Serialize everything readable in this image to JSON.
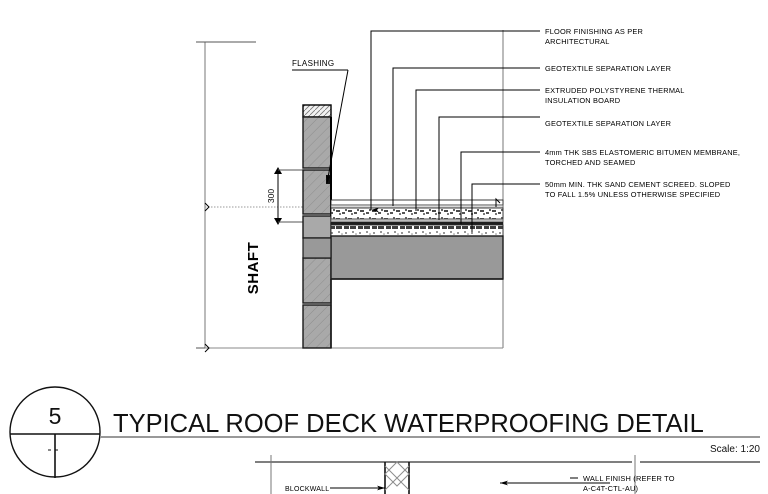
{
  "drawing": {
    "title": "TYPICAL ROOF DECK WATERPROOFING DETAIL",
    "detail_number": "5",
    "scale": "Scale: 1:20"
  },
  "callouts": [
    {
      "id": "floor-finishing",
      "line1": "FLOOR FINISHING AS PER",
      "line2": "ARCHITECTURAL"
    },
    {
      "id": "geotextile-upper",
      "line1": "GEOTEXTILE SEPARATION LAYER",
      "line2": ""
    },
    {
      "id": "xps-insulation",
      "line1": "EXTRUDED POLYSTYRENE THERMAL",
      "line2": "INSULATION BOARD"
    },
    {
      "id": "geotextile-lower",
      "line1": "GEOTEXTILE SEPARATION LAYER",
      "line2": ""
    },
    {
      "id": "sbs-membrane",
      "line1": "4mm THK SBS ELASTOMERIC BITUMEN MEMBRANE,",
      "line2": "TORCHED AND SEAMED"
    },
    {
      "id": "cement-screed",
      "line1": "50mm MIN. THK SAND CEMENT SCREED. SLOPED",
      "line2": "TO FALL 1.5% UNLESS OTHERWISE SPECIFIED"
    }
  ],
  "labels": {
    "flashing": "FLASHING",
    "shaft": "SHAFT",
    "dimension_300": "300"
  },
  "lower_detail": {
    "blockwall": "BLOCKWALL",
    "wall_finish_line1": "WALL FINISH (REFER TO",
    "wall_finish_line2": "A-C4T-CTL-AU)"
  },
  "colors": {
    "line": "#000000",
    "slab_fill": "#999999",
    "hatch_fill": "#a8a8a8",
    "thin_line": "#555555",
    "grid_line": "#777777"
  }
}
